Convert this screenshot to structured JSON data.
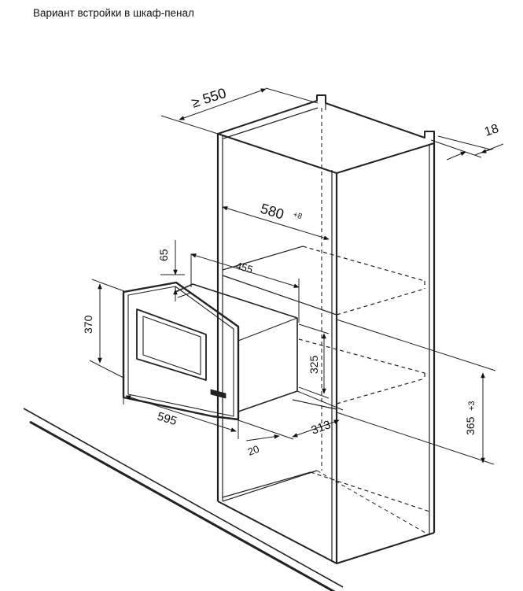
{
  "title": "Вариант встройки в шкаф-пенал",
  "dimensions": {
    "depth_min": "≥ 550",
    "panel_thickness": "18",
    "inner_depth": "580",
    "inner_depth_tol": "+8",
    "top_offset": "65",
    "niche_depth": "455",
    "device_height": "370",
    "body_height": "325",
    "device_width": "595",
    "offset_20": "20",
    "niche_width": "313",
    "niche_height": "365",
    "niche_height_tol": "+3"
  }
}
